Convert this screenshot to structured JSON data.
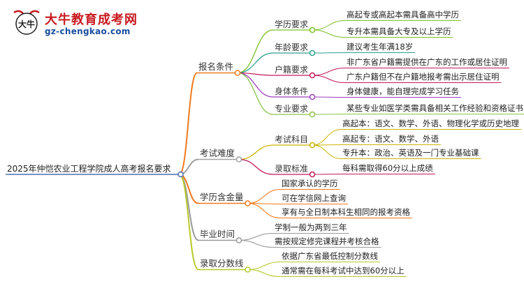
{
  "logo": {
    "title": "大牛教育成考网",
    "url": "gz-chengkao.com",
    "mark_text": "大牛"
  },
  "mindmap": {
    "root": "2025年仲恺农业工程学院成人高考报名要求",
    "branches": [
      {
        "label": "报名条件",
        "color": "#f07a1e",
        "children": [
          {
            "label": "学历要求",
            "color": "#7cbf29",
            "leaves": [
              "高起专或高起本需具备高中学历",
              "专升本需具备大专及以上学历"
            ]
          },
          {
            "label": "年龄要求",
            "color": "#2c9e8e",
            "leaves": [
              "建议考生年满18岁"
            ]
          },
          {
            "label": "户籍要求",
            "color": "#c2185b",
            "leaves": [
              "非广东省户籍需提供在广东的工作或居住证明",
              "广东户籍但不在户籍地报考需出示居住证明"
            ]
          },
          {
            "label": "身体条件",
            "color": "#9c3fc0",
            "leaves": [
              "身体健康，能自理完成学习任务"
            ]
          },
          {
            "label": "专业要求",
            "color": "#8bc34a",
            "leaves": [
              "某些专业如医学类需具备相关工作经验和资格证书"
            ]
          }
        ]
      },
      {
        "label": "考试难度",
        "color": "#a0a0a0",
        "children": [
          {
            "label": "考试科目",
            "color": "#c9b400",
            "leaves": [
              "高起本：语文、数学、外语、物理化学或历史地理",
              "高起专：语文、数学、外语",
              "专升本：政治、英语及一门专业基础课"
            ]
          },
          {
            "label": "录取标准",
            "color": "#c2185b",
            "leaves": [
              "每科需取得60分以上成绩"
            ]
          }
        ]
      },
      {
        "label": "学历含金量",
        "color": "#f07a1e",
        "children": [],
        "leaves": [
          "国家承认的学历",
          "可在学信网上查询",
          "享有与全日制本科生相同的报考资格"
        ]
      },
      {
        "label": "毕业时间",
        "color": "#999999",
        "children": [],
        "leaves": [
          "学制一般为两到三年",
          "需按规定修完课程并考核合格"
        ]
      },
      {
        "label": "录取分数线",
        "color": "#b8c828",
        "children": [],
        "leaves": [
          "依据广东省最低控制分数线",
          "通常需在每科考试中达到60分以上"
        ]
      }
    ]
  }
}
